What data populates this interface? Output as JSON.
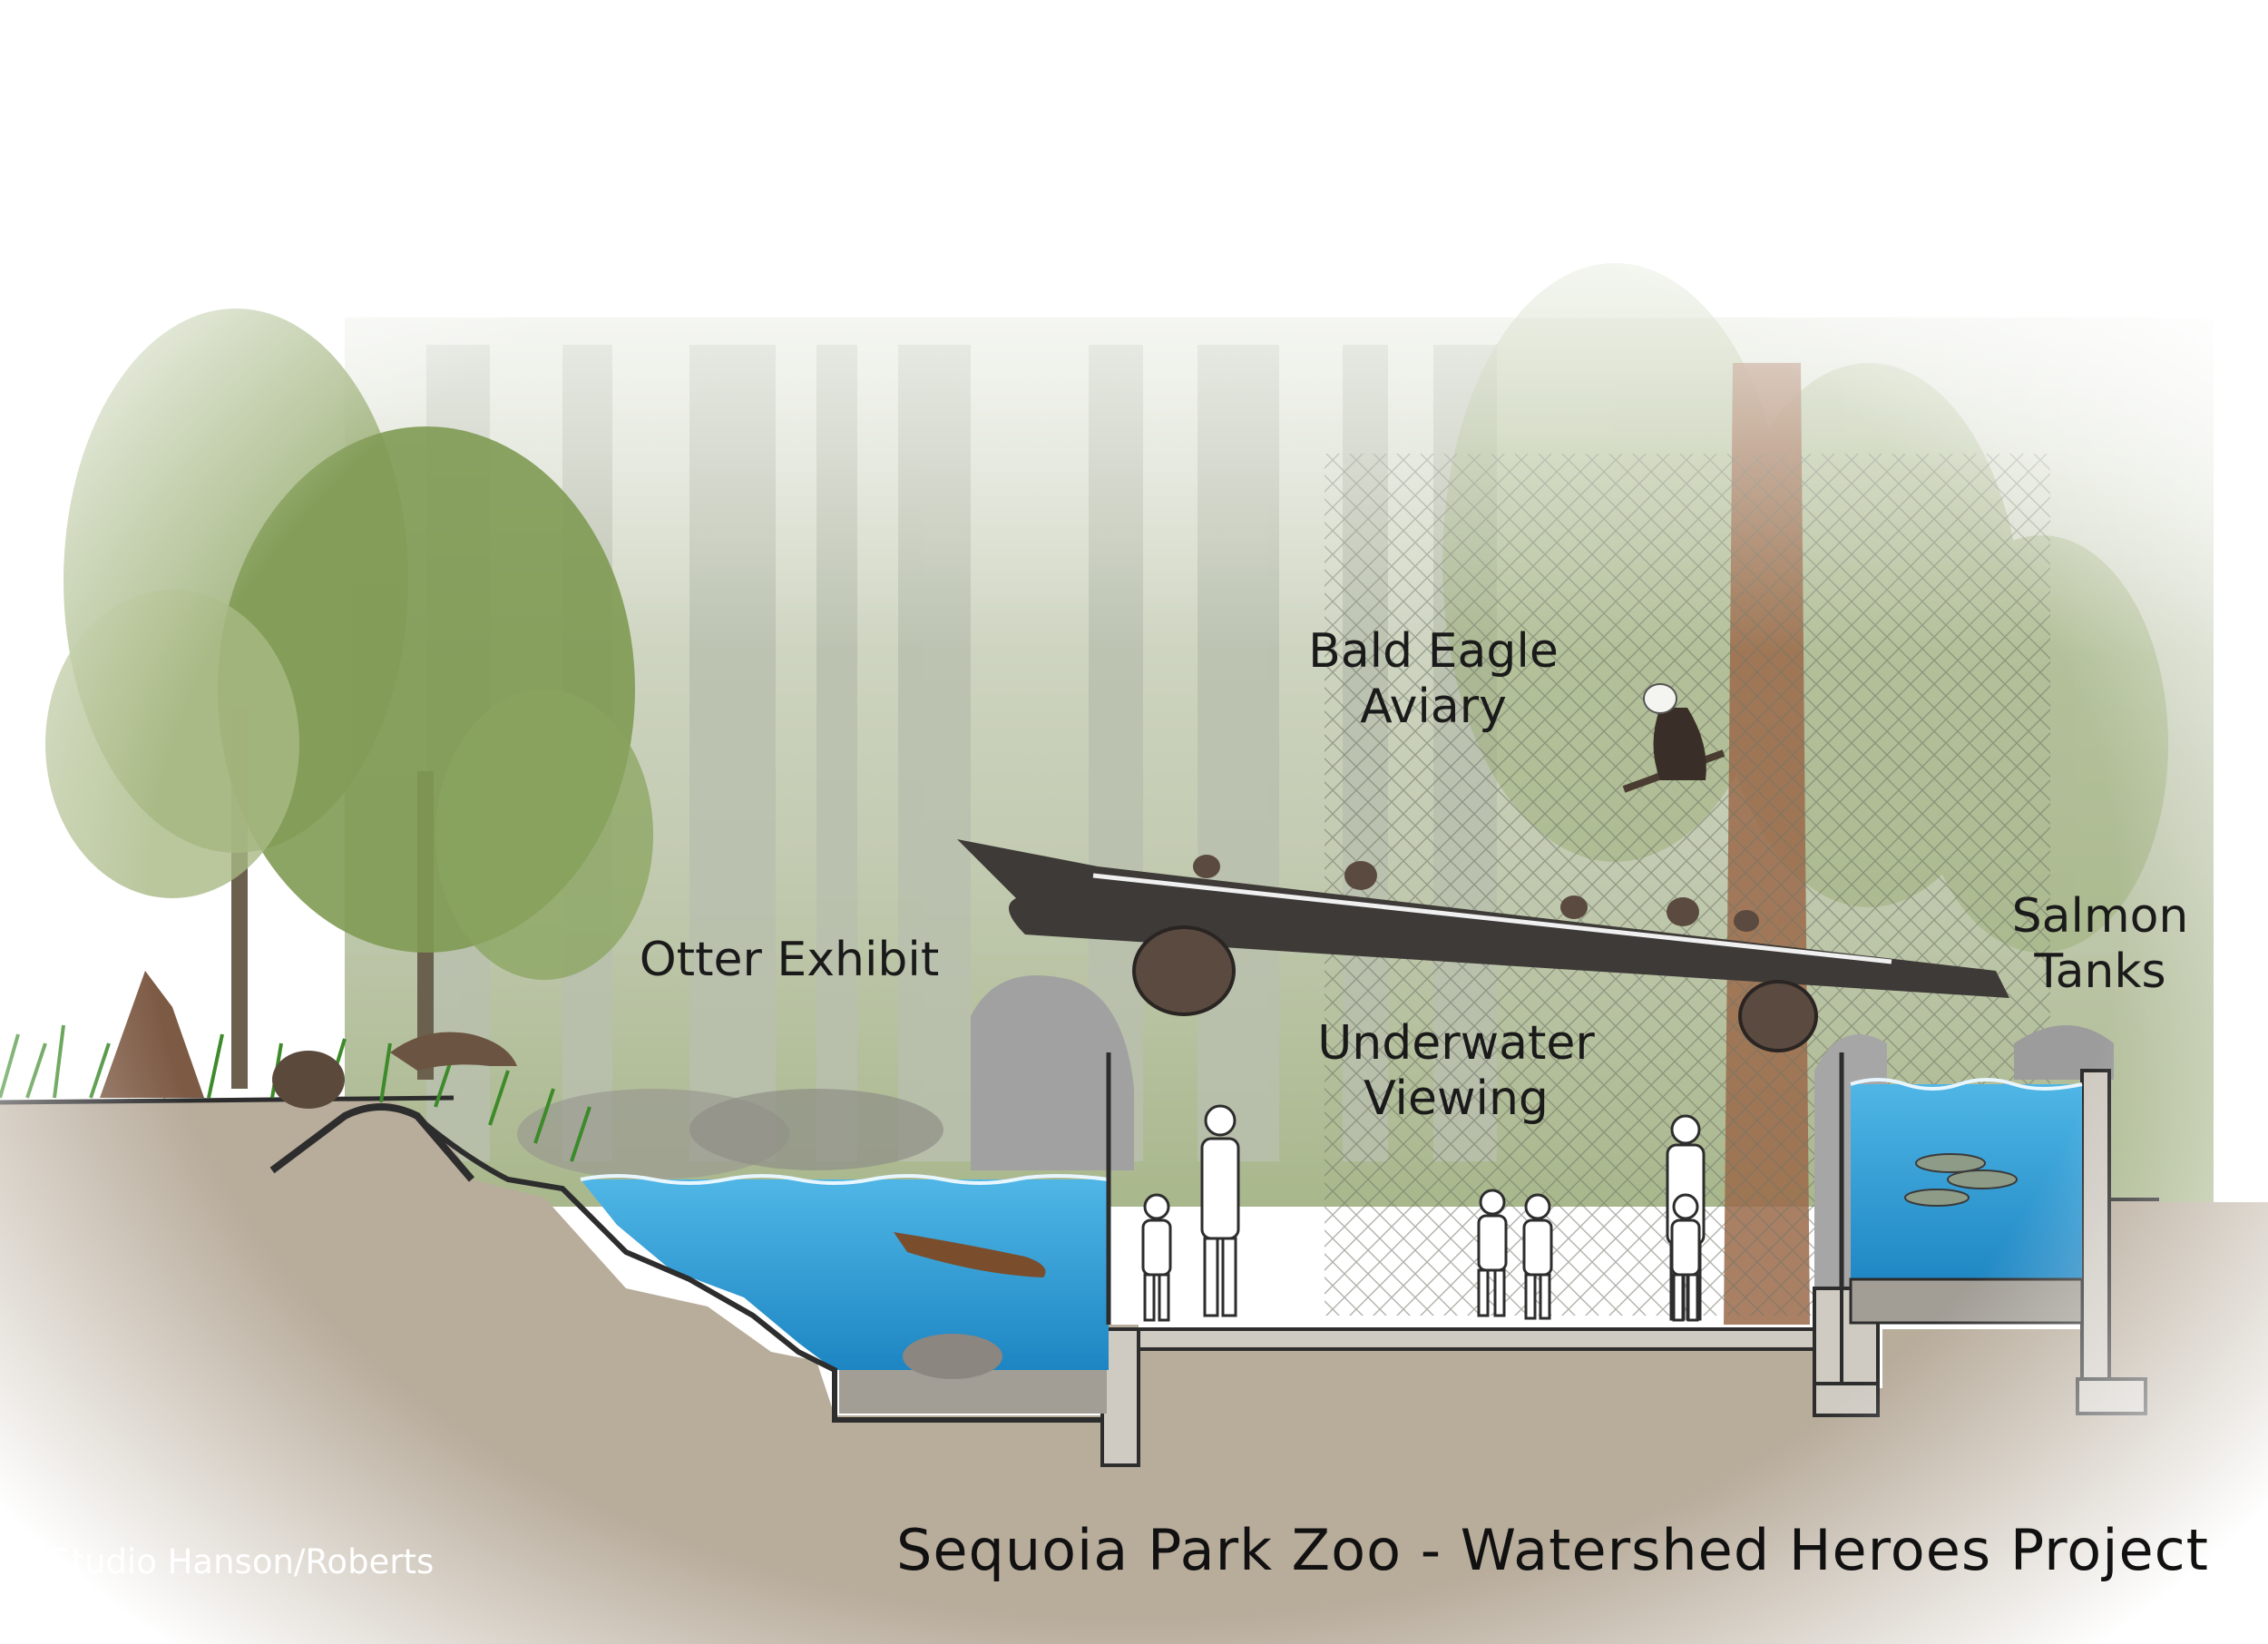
{
  "labels": {
    "otter_exhibit": "Otter Exhibit",
    "bald_eagle_line1": "Bald Eagle",
    "bald_eagle_line2": "Aviary",
    "underwater_line1": "Underwater",
    "underwater_line2": "Viewing",
    "salmon_line1": "Salmon",
    "salmon_line2": "Tanks"
  },
  "footer": {
    "credit": "Studio Hanson/Roberts",
    "title": "Sequoia Park Zoo - Watershed Heroes Project"
  },
  "colors": {
    "ground": "#b8ac9b",
    "water": "#3aa3d8",
    "water_deep": "#1c87c4",
    "forest_mist": "#c9cfbe",
    "tree_green": "#8fa86a",
    "log": "#3e3a37",
    "rock": "#9a9a9a",
    "wall": "#cfcac2"
  }
}
